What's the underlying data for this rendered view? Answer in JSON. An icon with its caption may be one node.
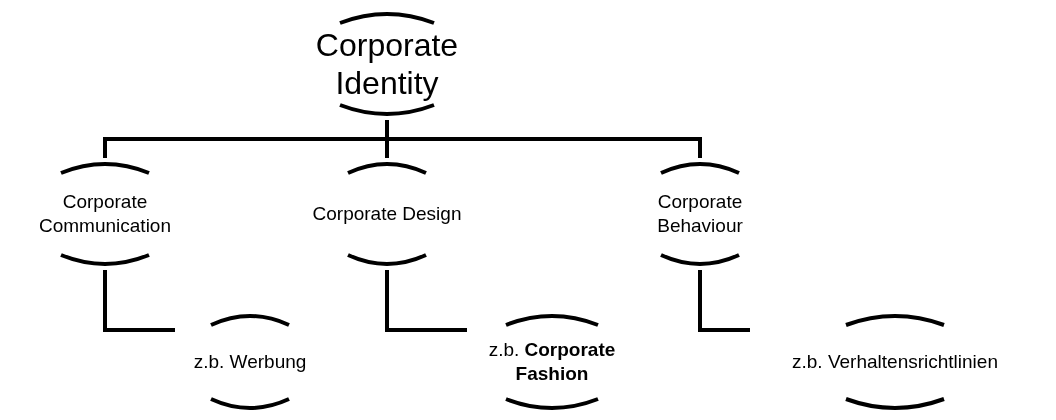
{
  "diagram": {
    "nodes": [
      {
        "text": [
          "Corporate Identity"
        ]
      },
      {
        "text": [
          "Corporate Communication"
        ]
      },
      {
        "text": [
          "Corporate Design"
        ]
      },
      {
        "text": [
          "Corporate Behaviour"
        ]
      },
      {
        "text": [
          "z.b. Werbung"
        ]
      },
      {
        "text": [
          "z.b. **Corporate Fashion**"
        ]
      },
      {
        "text": [
          "z.b. Verhaltensrichtlinien"
        ]
      }
    ],
    "edges": [
      {
        "from": 0,
        "to": 1,
        "arrow": "none"
      },
      {
        "from": 0,
        "to": 2,
        "arrow": "none"
      },
      {
        "from": 0,
        "to": 3,
        "arrow": "none"
      },
      {
        "from": 1,
        "to": 4,
        "arrow": "none"
      },
      {
        "from": 2,
        "to": 5,
        "arrow": "none"
      },
      {
        "from": 3,
        "to": 6,
        "arrow": "none"
      }
    ]
  }
}
